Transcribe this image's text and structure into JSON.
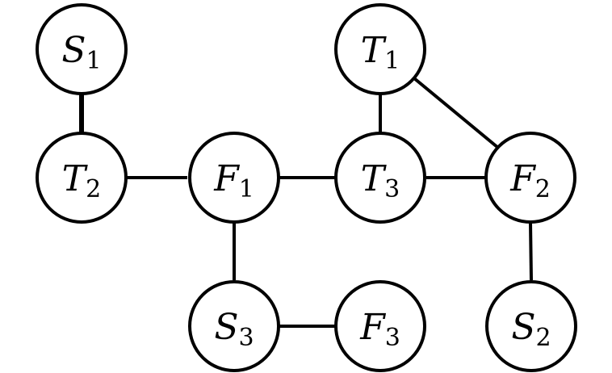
{
  "nodes": [
    {
      "id": "S1",
      "letter": "S",
      "sub": "1"
    },
    {
      "id": "T1",
      "letter": "T",
      "sub": "1"
    },
    {
      "id": "T2",
      "letter": "T",
      "sub": "2"
    },
    {
      "id": "F1",
      "letter": "F",
      "sub": "1"
    },
    {
      "id": "T3",
      "letter": "T",
      "sub": "3"
    },
    {
      "id": "F2",
      "letter": "F",
      "sub": "2"
    },
    {
      "id": "S3",
      "letter": "S",
      "sub": "3"
    },
    {
      "id": "F3",
      "letter": "F",
      "sub": "3"
    },
    {
      "id": "S2",
      "letter": "S",
      "sub": "2"
    }
  ],
  "edges": [
    {
      "from": "S1",
      "to": "T2"
    },
    {
      "from": "T2",
      "to": "F1"
    },
    {
      "from": "F1",
      "to": "T3"
    },
    {
      "from": "T3",
      "to": "F2"
    },
    {
      "from": "T1",
      "to": "T3"
    },
    {
      "from": "T1",
      "to": "F2"
    },
    {
      "from": "F1",
      "to": "S3"
    },
    {
      "from": "S3",
      "to": "F3"
    },
    {
      "from": "F2",
      "to": "S2"
    }
  ]
}
